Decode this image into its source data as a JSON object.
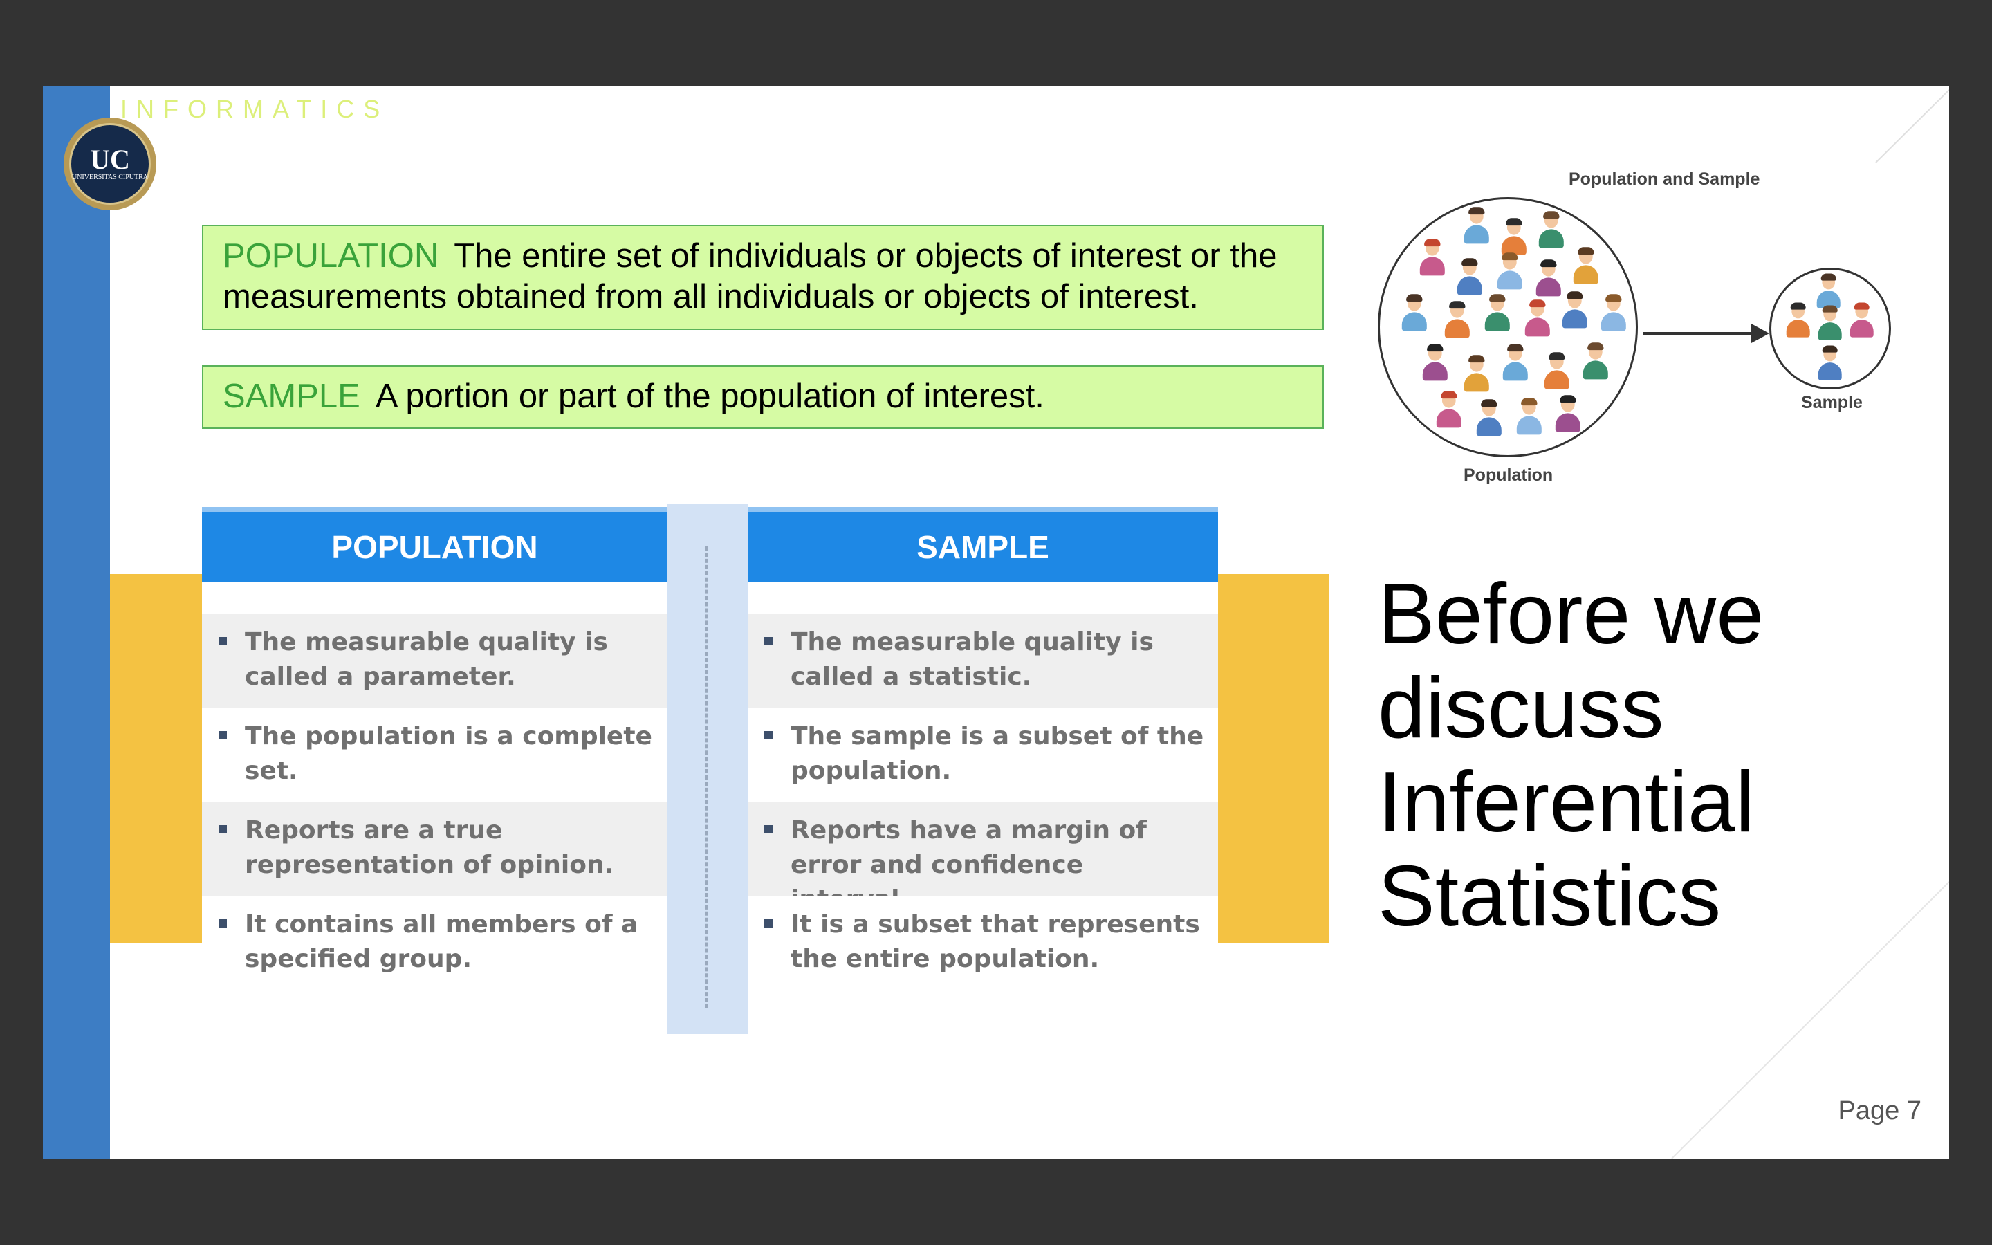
{
  "brand": {
    "text": "INFORMATICS",
    "logo_initials": "UC",
    "logo_subtitle": "UNIVERSITAS CIPUTRA"
  },
  "definitions": [
    {
      "term": "POPULATION",
      "text": "The entire set of individuals or objects of interest or the measurements obtained from all individuals or objects of interest."
    },
    {
      "term": "SAMPLE",
      "text": "A portion or part of the population of interest."
    }
  ],
  "comparison": {
    "population": {
      "header": "POPULATION",
      "rows": [
        "The measurable quality is called a parameter.",
        "The population is a complete set.",
        "Reports are a true representation of opinion.",
        "It contains all members of a specified group."
      ]
    },
    "sample": {
      "header": "SAMPLE",
      "rows": [
        "The measurable quality is called a statistic.",
        "The sample is a subset of the population.",
        "Reports have a margin of error and confidence interval.",
        "It is a subset that represents the entire population."
      ]
    }
  },
  "illustration": {
    "title": "Population and Sample",
    "population_label": "Population",
    "sample_label": "Sample"
  },
  "heading": {
    "line1": "Before we",
    "line2": "discuss",
    "line3": "Inferential",
    "line4": "Statistics"
  },
  "footer": {
    "page": "Page 7"
  },
  "colors": {
    "accent_blue": "#1e88e5",
    "left_bar": "#3d7dc4",
    "definition_bg": "#d6fba4",
    "term_green": "#3aa33a",
    "yellow": "#f4c242"
  }
}
